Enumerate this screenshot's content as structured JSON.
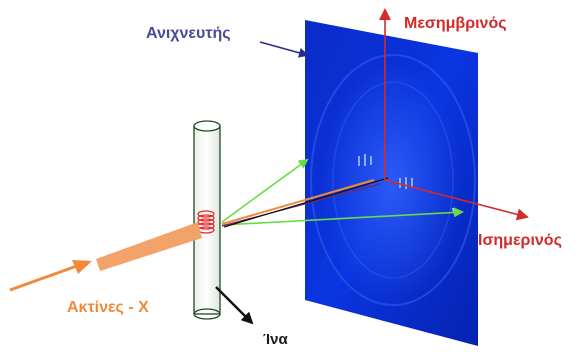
{
  "labels": {
    "detector": "Ανιχνευτής",
    "meridian": "Μεσημβρινός",
    "equator": "Ισημερινός",
    "xrays": "Ακτίνες - Χ",
    "fiber": "Ίνα"
  },
  "colors": {
    "detector_label": "#4a4a9a",
    "axis_red": "#d42a2a",
    "beam_orange": "#f08a3a",
    "ray_green": "#66dd44",
    "detector_blue": "#0a2fd0",
    "fiber_label": "#1a1a1a"
  }
}
